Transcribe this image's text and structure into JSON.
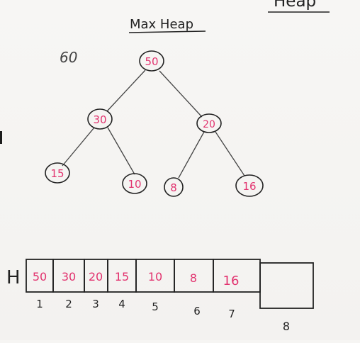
{
  "header": {
    "corner_title": "Heap",
    "diagram_title": "Max Heap"
  },
  "side_note": "60",
  "tree": {
    "nodes": [
      {
        "id": 1,
        "value": "50"
      },
      {
        "id": 2,
        "value": "30"
      },
      {
        "id": 3,
        "value": "20"
      },
      {
        "id": 4,
        "value": "15"
      },
      {
        "id": 5,
        "value": "10"
      },
      {
        "id": 6,
        "value": "8"
      },
      {
        "id": 7,
        "value": "16"
      }
    ],
    "edges": [
      [
        1,
        2
      ],
      [
        1,
        3
      ],
      [
        2,
        4
      ],
      [
        2,
        5
      ],
      [
        3,
        6
      ],
      [
        3,
        7
      ]
    ]
  },
  "array": {
    "label": "H",
    "cells": [
      {
        "value": "50",
        "index": "1"
      },
      {
        "value": "30",
        "index": "2"
      },
      {
        "value": "20",
        "index": "3"
      },
      {
        "value": "15",
        "index": "4"
      },
      {
        "value": "10",
        "index": "5"
      },
      {
        "value": "8",
        "index": "6"
      },
      {
        "value": "16",
        "index": "7"
      },
      {
        "value": "",
        "index": "8"
      }
    ]
  },
  "colors": {
    "ink": "#222222",
    "marker_red": "#e2336f",
    "board": "#f6f5f3"
  }
}
